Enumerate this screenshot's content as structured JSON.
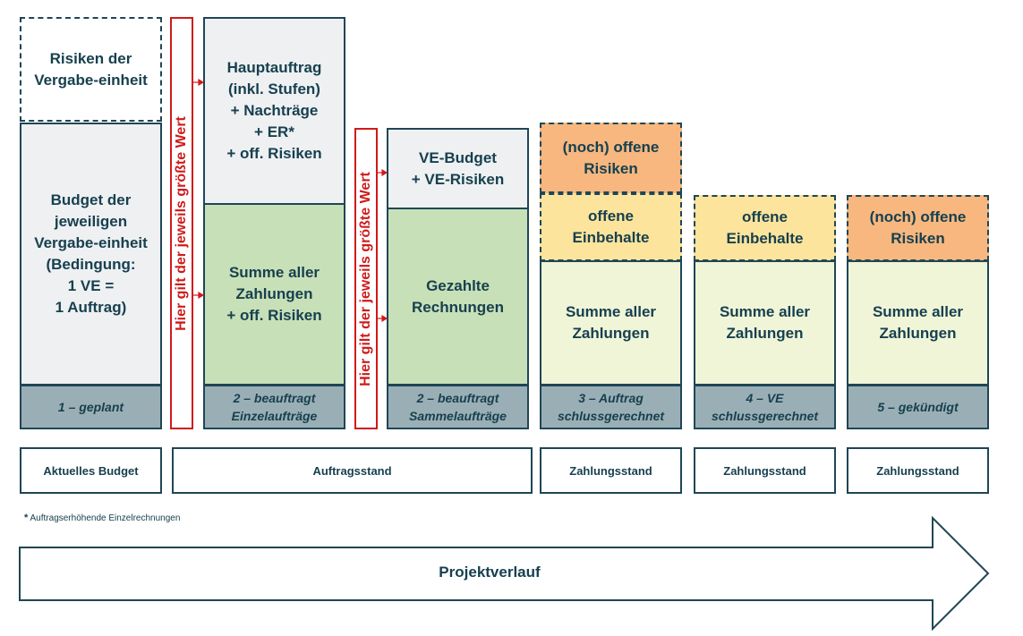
{
  "col1": {
    "risks": "Risiken der\nVergabe-einheit",
    "budget": "Budget der\njeweiligen\nVergabe-einheit\n(Bedingung:\n1 VE =\n1 Auftrag)",
    "status": "1 – geplant"
  },
  "vbar1_text": "Hier gilt der jeweils größte Wert",
  "col2": {
    "top": "Hauptauftrag\n(inkl. Stufen)\n+ Nachträge\n+ ER*\n+ off. Risiken",
    "bottom": "Summe aller\nZahlungen\n+ off. Risiken",
    "status": "2 – beauftragt\nEinzelaufträge"
  },
  "vbar2_text": "Hier gilt der jeweils größte Wert",
  "col3": {
    "top": "VE-Budget\n+ VE-Risiken",
    "bottom": "Gezahlte\nRechnungen",
    "status": "2 – beauftragt\nSammelaufträge"
  },
  "col4": {
    "risks": "(noch) offene\nRisiken",
    "retentions": "offene\nEinbehalte",
    "payments": "Summe aller\nZahlungen",
    "status": "3 – Auftrag\nschlussgerechnet"
  },
  "col5": {
    "retentions": "offene\nEinbehalte",
    "payments": "Summe aller\nZahlungen",
    "status": "4 – VE\nschlussgerechnet"
  },
  "col6": {
    "risks": "(noch) offene\nRisiken",
    "payments": "Summe aller\nZahlungen",
    "status": "5 – gekündigt"
  },
  "labels": {
    "budget": "Aktuelles Budget",
    "order": "Auftragsstand",
    "pay1": "Zahlungsstand",
    "pay2": "Zahlungsstand",
    "pay3": "Zahlungsstand"
  },
  "footnote": {
    "star": "*",
    "text": " Auftragserhöhende Einzelrechnungen"
  },
  "arrow_label": "Projektverlauf",
  "colors": {
    "border": "#1f4656",
    "text": "#17404f",
    "accent_red": "#d01a1a",
    "grey": "#eef0f2",
    "green": "#c8e0b8",
    "light_green": "#f0f5d8",
    "orange": "#f7b77f",
    "yellow": "#fde49c",
    "status": "#9aafb5"
  }
}
